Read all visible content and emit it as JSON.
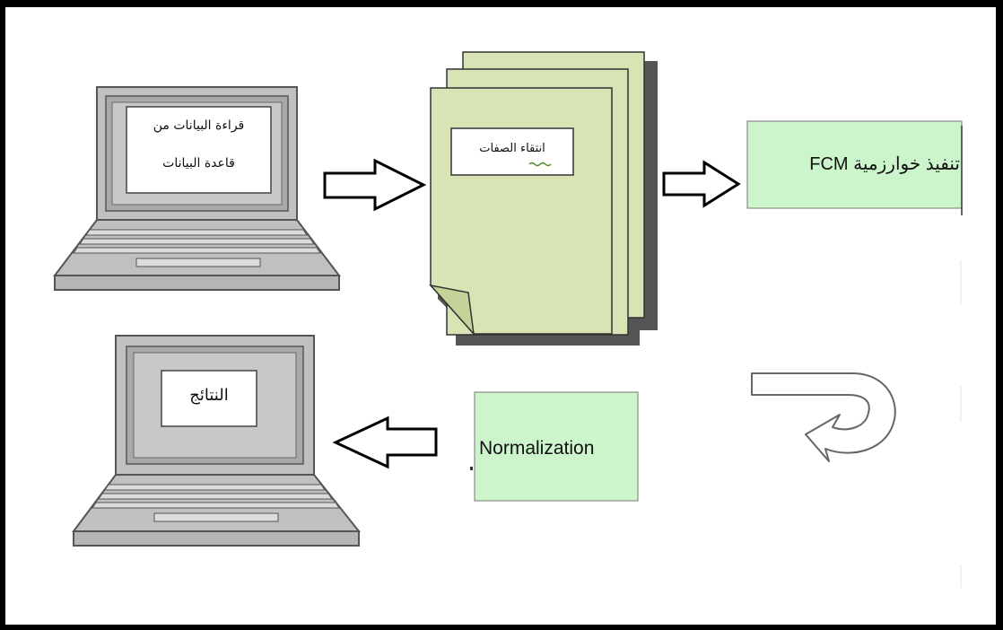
{
  "diagram": {
    "laptop_top": {
      "line1": "قراءة البيانات من",
      "line2": "قاعدة البيانات"
    },
    "documents": {
      "label": "انتقاء الصفات"
    },
    "fcm_box": {
      "label": "تنفيذ خوارزمية FCM"
    },
    "normalization_box": {
      "label": "Normalization"
    },
    "laptop_bottom": {
      "label": "النتائج"
    }
  },
  "colors": {
    "laptop_body": "#c0c0c0",
    "laptop_stroke": "#555555",
    "document_fill": "#d8e4b4",
    "box_fill": "#ccf5cc",
    "arrow_fill": "#ffffff",
    "border": "#000000"
  }
}
